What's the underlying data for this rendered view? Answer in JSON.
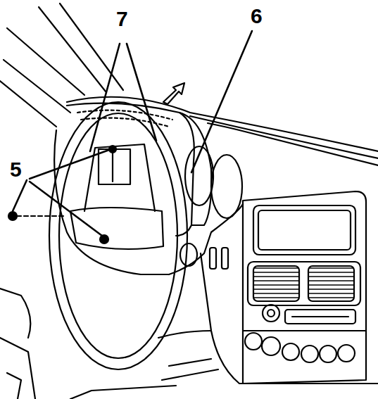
{
  "diagram": {
    "labels": [
      "7",
      "6",
      "5"
    ]
  }
}
